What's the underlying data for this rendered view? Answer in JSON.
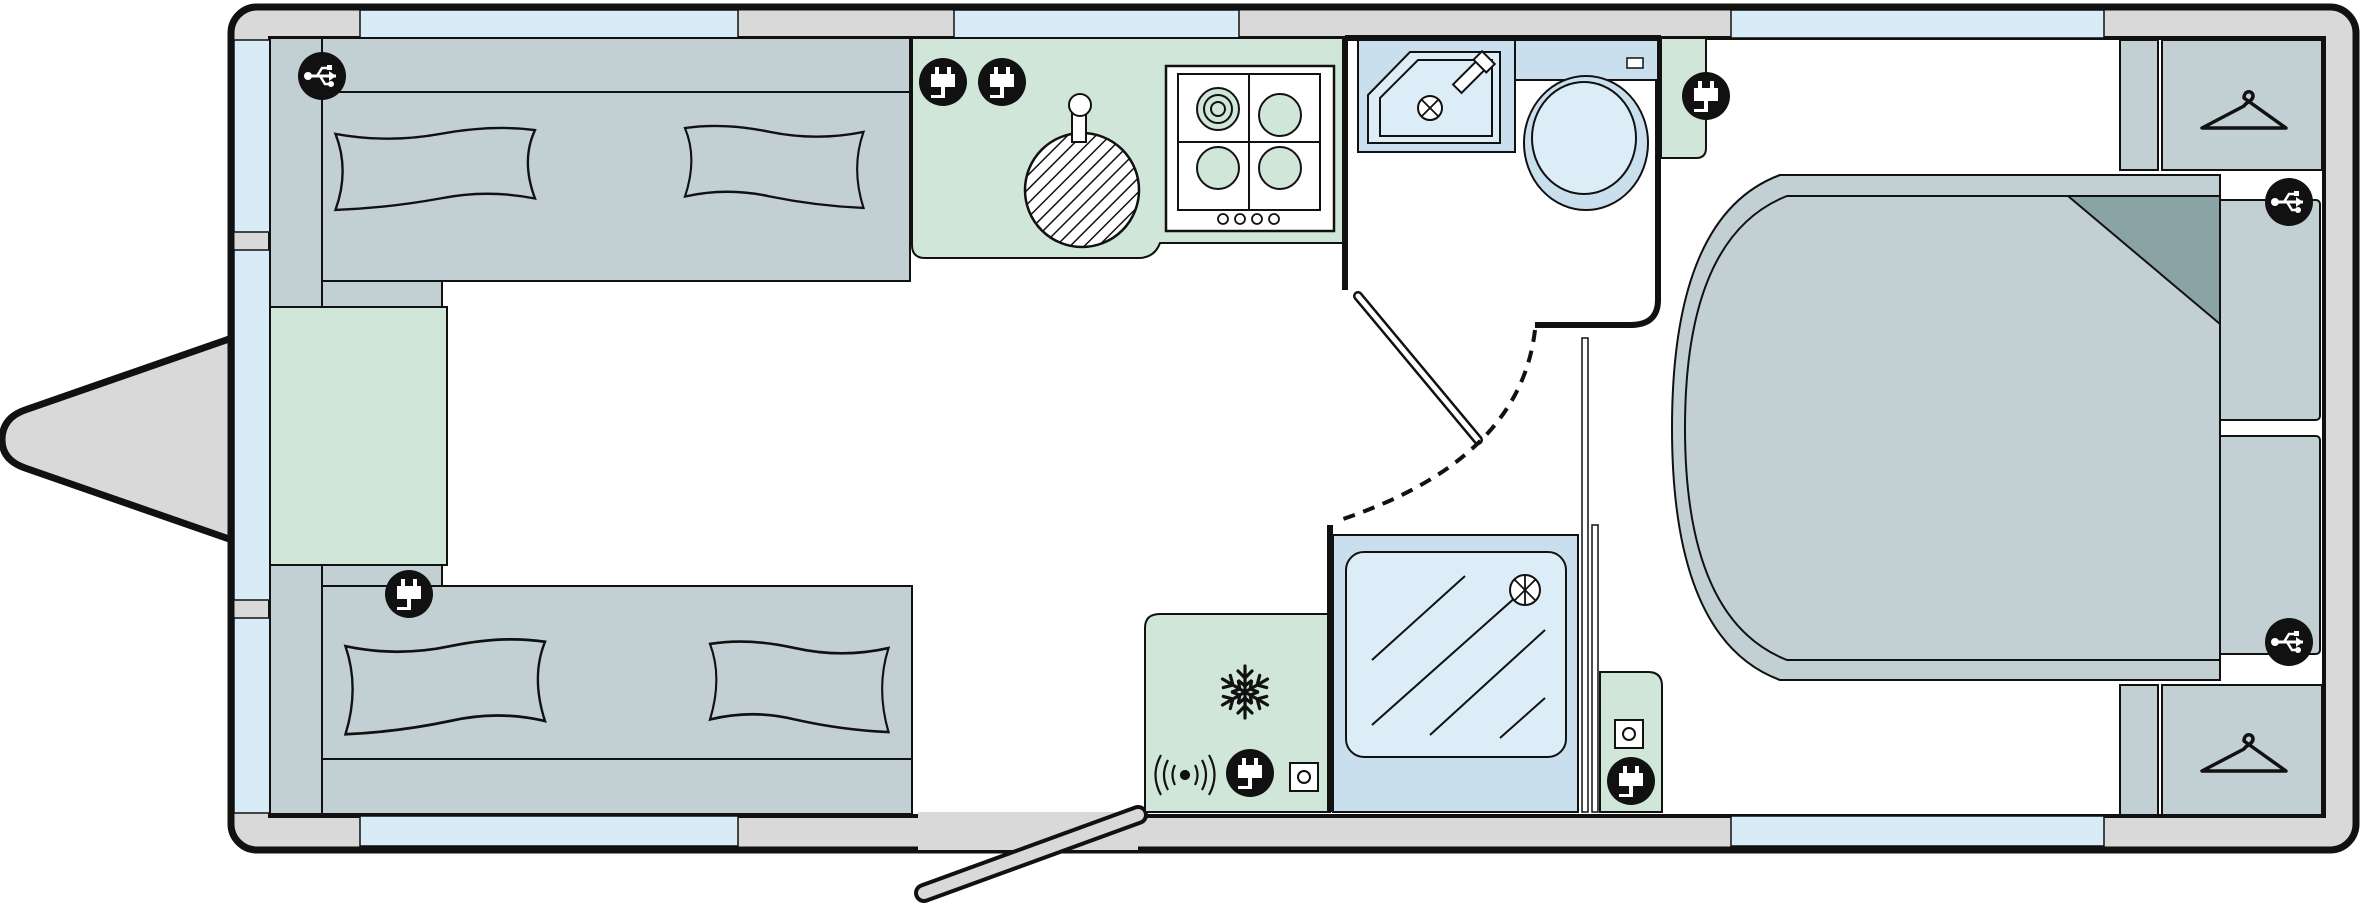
{
  "diagram": {
    "type": "caravan-floor-plan",
    "colors": {
      "outline": "#111111",
      "shell": "#d9d9d9",
      "window": "#d8ecf8",
      "upholstery": "#c3d0d3",
      "kitchen": "#cfe6d8",
      "shower": "#dcedf8",
      "washroom": "#c9dfee",
      "bed_fold": "#8aa3a4",
      "white": "#ffffff"
    },
    "icons": [
      "usb-socket-icon",
      "mains-socket-icon",
      "hanger-icon",
      "snowflake-icon",
      "tv-aerial-icon",
      "tv-point-icon",
      "hob-icon",
      "sink-icon",
      "toilet-icon",
      "shower-drain-icon"
    ],
    "rooms": [
      "front-lounge",
      "kitchen",
      "washroom",
      "shower",
      "fixed-bed",
      "wardrobes"
    ]
  }
}
